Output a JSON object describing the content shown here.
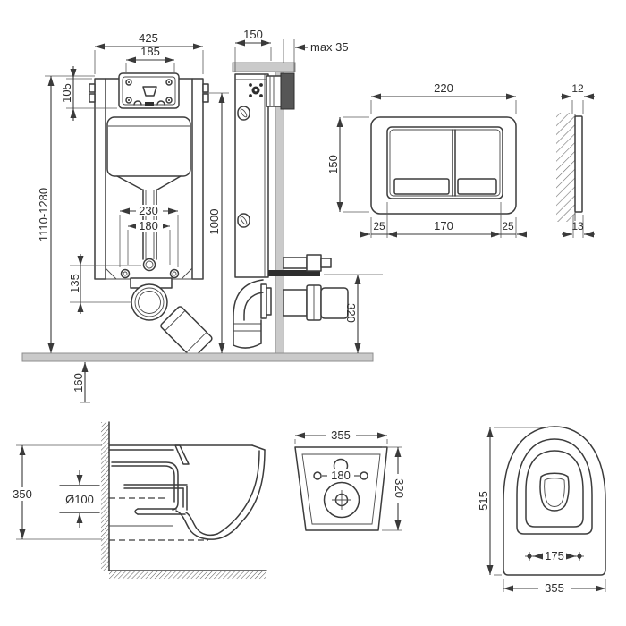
{
  "diagram": {
    "frame_front": {
      "width": "425",
      "panel_width": "185",
      "panel_offset": "105",
      "height_range": "1110-1280",
      "bend_width": "230",
      "pipe_width": "180",
      "drain_offset": "135",
      "floor_inset": "160"
    },
    "frame_side": {
      "depth": "150",
      "wall_max": "max 35",
      "body_height": "1000",
      "outlet_height": "320"
    },
    "flush_plate": {
      "width": "220",
      "height": "150",
      "margin_left": "25",
      "buttons_width": "170",
      "margin_right": "25",
      "thickness_top": "12",
      "thickness_bottom": "13"
    },
    "bowl_side": {
      "height": "350",
      "drain_diameter": "Ø100"
    },
    "bowl_back": {
      "width": "355",
      "bolt_spacing": "180",
      "height": "320"
    },
    "bowl_top": {
      "depth": "515",
      "seat_bolt_spacing": "175",
      "width": "355"
    }
  },
  "colors": {
    "line": "#3c3c3c",
    "gray_fill": "#cacaca",
    "dark_block": "#565656",
    "background": "#ffffff"
  }
}
